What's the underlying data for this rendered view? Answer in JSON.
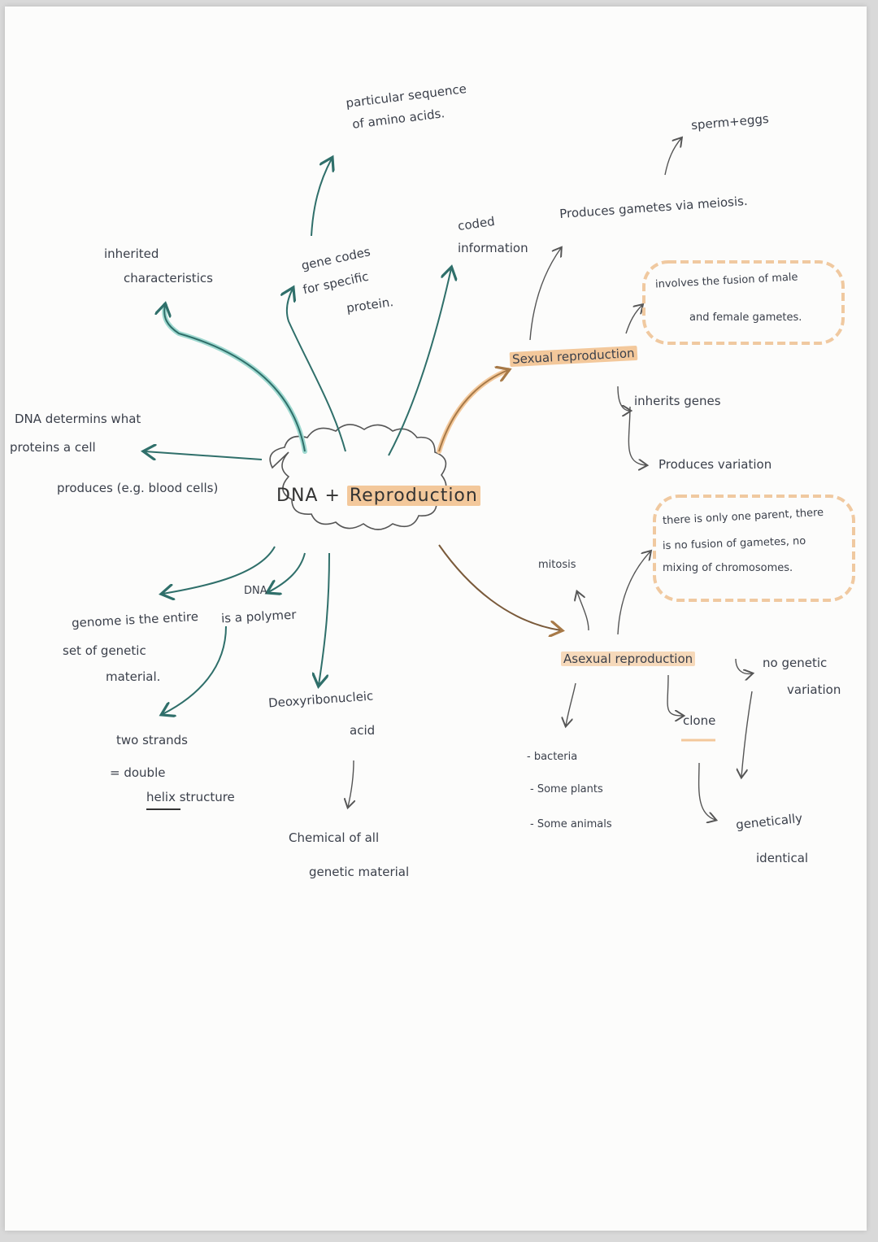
{
  "colors": {
    "teal": "#2f6f6a",
    "teal_highlight": "#9fd9d0",
    "orange": "#c8925a",
    "orange_highlight": "#f3c89b",
    "ink": "#3a3f4a"
  },
  "center": {
    "dna": "DNA + ",
    "reproduction": "Reproduction"
  },
  "left": {
    "amino_line1": "particular sequence",
    "amino_line2": "of amino acids.",
    "inherited_line1": "inherited",
    "inherited_line2": "characteristics",
    "gene_line1": "gene codes",
    "gene_line2": "for specific",
    "gene_line3": "protein.",
    "coded_line1": "coded",
    "coded_line2": "information",
    "dna_det_line1": "DNA determins what",
    "dna_det_line2": "proteins a cell",
    "dna_det_line3": "produces (e.g. blood cells)",
    "genome_line1": "genome is the entire",
    "genome_line2": "set of genetic",
    "genome_line3": "material.",
    "dna_label": "DNA",
    "polymer": "is a polymer",
    "two_strands": "two strands",
    "double": "= double",
    "helix": "helix structure",
    "deoxy_line1": "Deoxyribonucleic",
    "deoxy_line2": "acid",
    "chemical_line1": "Chemical of all",
    "chemical_line2": "genetic material"
  },
  "right": {
    "sperm_eggs": "sperm+eggs",
    "produces_gametes": "Produces gametes via meiosis.",
    "fusion_line1": "involves the fusion of male",
    "fusion_line2": "and female gametes.",
    "sexual": "Sexual reproduction",
    "inherits": "inherits genes",
    "variation": "Produces variation",
    "one_parent_line1": "there is only one parent, there",
    "one_parent_line2": "is no fusion of gametes, no",
    "one_parent_line3": "mixing of chromosomes.",
    "mitosis": "mitosis",
    "asexual": "Asexual reproduction",
    "no_genetic_line1": "no genetic",
    "no_genetic_line2": "variation",
    "clone": "clone",
    "bacteria": "- bacteria",
    "some_plants": "- Some plants",
    "some_animals": "- Some animals",
    "genetically_line1": "genetically",
    "genetically_line2": "identical"
  }
}
